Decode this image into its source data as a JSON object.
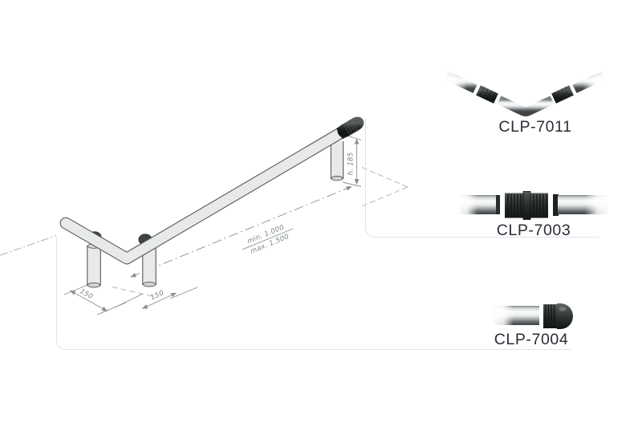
{
  "page": {
    "background": "#ffffff"
  },
  "drawing": {
    "dimensions": {
      "height_label": "h. 185",
      "min_length_label": "min. 1.000",
      "max_length_label": "max. 1.500",
      "left_spacing_label": "150",
      "right_spacing_label": "150"
    },
    "colors": {
      "outline": "#55595c",
      "tube_fill": "#e8e9e9",
      "dimension_lines": "#8a9196",
      "callout_border": "#dbe7f1",
      "label_text": "#2b2d35"
    }
  },
  "products": [
    {
      "id": "clp-7011",
      "label": "CLP-7011",
      "part": "corner-joint"
    },
    {
      "id": "clp-7003",
      "label": "CLP-7003",
      "part": "inline-joint"
    },
    {
      "id": "clp-7004",
      "label": "CLP-7004",
      "part": "end-cap"
    }
  ]
}
